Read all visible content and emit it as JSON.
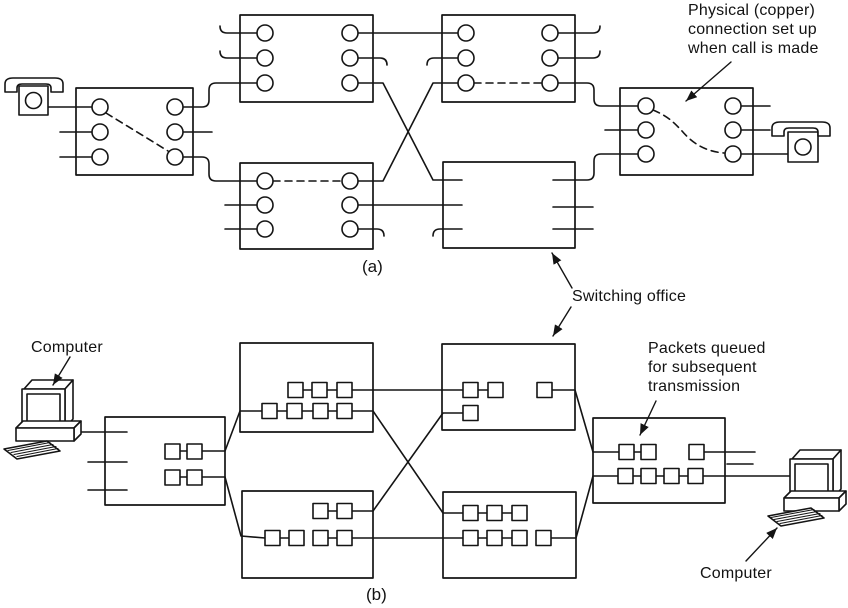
{
  "figure": {
    "background": "#ffffff",
    "ink_color": "#141414",
    "captions": {
      "a": "(a)",
      "b": "(b)"
    },
    "annotations": {
      "physical_connection": "Physical (copper)\nconnection set up\nwhen call is made",
      "switching_office": "Switching office",
      "packets_queued": "Packets queued\nfor subsequent\ntransmission",
      "computer_label_top": "Computer",
      "computer_label_bottom": "Computer"
    },
    "icons": {
      "telephone_left": "telephone-icon",
      "telephone_right": "telephone-icon",
      "computer_top_left": "computer-icon",
      "computer_bottom_right": "computer-icon"
    }
  }
}
